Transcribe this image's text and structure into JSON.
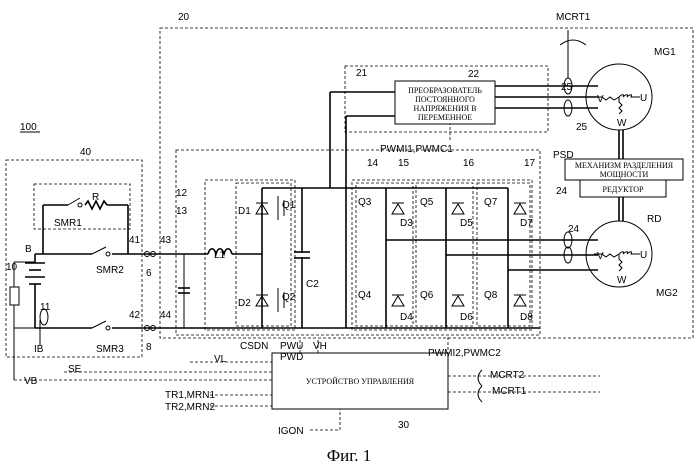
{
  "labels": {
    "sys_id": "100",
    "ref_20": "20",
    "ref_40": "40",
    "ref_10": "10",
    "ref_11": "11",
    "ref_12": "12",
    "ref_13": "13",
    "ref_14": "14",
    "ref_15": "15",
    "ref_16": "16",
    "ref_17": "17",
    "ref_21": "21",
    "ref_22": "22",
    "ref_24a": "24",
    "ref_24b": "24",
    "ref_25a": "25",
    "ref_25b": "25",
    "ref_30": "30",
    "ref_41": "41",
    "ref_42": "42",
    "ref_43": "43",
    "ref_44": "44",
    "ref_6": "6",
    "ref_8": "8",
    "B": "B",
    "R": "R",
    "IB": "IB",
    "VB": "VB",
    "SE": "SE",
    "VL": "VL",
    "VH": "VH",
    "L1": "L1",
    "C2": "C2",
    "D1": "D1",
    "D2": "D2",
    "D3": "D3",
    "D4": "D4",
    "D5": "D5",
    "D6": "D6",
    "D7": "D7",
    "D8": "D8",
    "Q1": "Q1",
    "Q2": "Q2",
    "Q3": "Q3",
    "Q4": "Q4",
    "Q5": "Q5",
    "Q6": "Q6",
    "Q7": "Q7",
    "Q8": "Q8",
    "SMR1": "SMR1",
    "SMR2": "SMR2",
    "SMR3": "SMR3",
    "CSDN": "CSDN",
    "PWU": "PWU",
    "PWD": "PWD",
    "PWMI1": "PWMI1,PWMC1",
    "PWMI2": "PWMI2,PWMC2",
    "MCRT1_top": "MCRT1",
    "MCRT1_ctrl": "MCRT1",
    "MCRT2": "MCRT2",
    "TR1": "TR1,MRN1",
    "TR2": "TR2,MRN2",
    "IGON": "IGON",
    "MG1": "MG1",
    "MG2": "MG2",
    "PSD": "PSD",
    "RD": "RD",
    "U1": "U",
    "V1": "V",
    "W1": "W",
    "U2": "U",
    "V2": "V",
    "W2": "W"
  },
  "boxes": {
    "converter_line1": "ПРЕОБРАЗОВАТЕЛЬ",
    "converter_line2": "ПОСТОЯННОГО",
    "converter_line3": "НАПРЯЖЕНИЯ В",
    "converter_line4": "ПЕРЕМЕННОЕ",
    "psd_line1": "МЕХАНИЗМ РАЗДЕЛЕНИЯ",
    "psd_line2": "МОЩНОСТИ",
    "reducer": "РЕДУКТОР",
    "control": "УСТРОЙСТВО УПРАВЛЕНИЯ"
  },
  "caption": "Фиг. 1"
}
